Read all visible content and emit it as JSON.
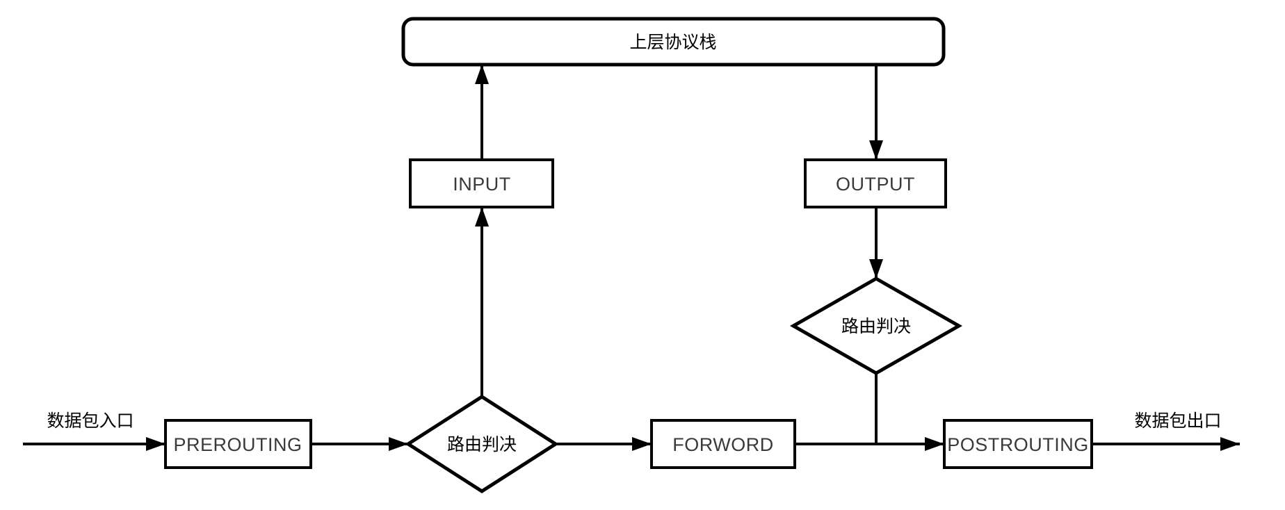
{
  "diagram": {
    "background_color": "#ffffff",
    "stroke_color": "#000000",
    "english_label_color": "#3a3a3a",
    "chinese_label_color": "#000000",
    "nodes": {
      "upper_protocol_stack": {
        "label": "上层协议栈",
        "shape": "rounded-rect"
      },
      "input_chain": {
        "label": "INPUT",
        "shape": "rect"
      },
      "output_chain": {
        "label": "OUTPUT",
        "shape": "rect"
      },
      "routing_decision_center": {
        "label": "路由判决",
        "shape": "diamond"
      },
      "routing_decision_output": {
        "label": "路由判决",
        "shape": "diamond"
      },
      "prerouting_chain": {
        "label": "PREROUTING",
        "shape": "rect"
      },
      "forword_chain": {
        "label": "FORWORD",
        "shape": "rect"
      },
      "postrouting_chain": {
        "label": "POSTROUTING",
        "shape": "rect"
      }
    },
    "annotations": {
      "packet_entry": "数据包入口",
      "packet_exit": "数据包出口"
    },
    "edges": [
      {
        "from": "packet_entry",
        "to": "prerouting_chain",
        "arrow": true
      },
      {
        "from": "prerouting_chain",
        "to": "routing_decision_center",
        "arrow": true
      },
      {
        "from": "routing_decision_center",
        "to": "input_chain",
        "arrow": true
      },
      {
        "from": "input_chain",
        "to": "upper_protocol_stack",
        "arrow": true
      },
      {
        "from": "upper_protocol_stack",
        "to": "output_chain",
        "arrow": true
      },
      {
        "from": "output_chain",
        "to": "routing_decision_output",
        "arrow": true
      },
      {
        "from": "routing_decision_output",
        "to": "postrouting_chain",
        "arrow": false
      },
      {
        "from": "routing_decision_center",
        "to": "forword_chain",
        "arrow": true
      },
      {
        "from": "forword_chain",
        "to": "postrouting_chain",
        "arrow": true
      },
      {
        "from": "postrouting_chain",
        "to": "packet_exit",
        "arrow": true
      }
    ]
  }
}
